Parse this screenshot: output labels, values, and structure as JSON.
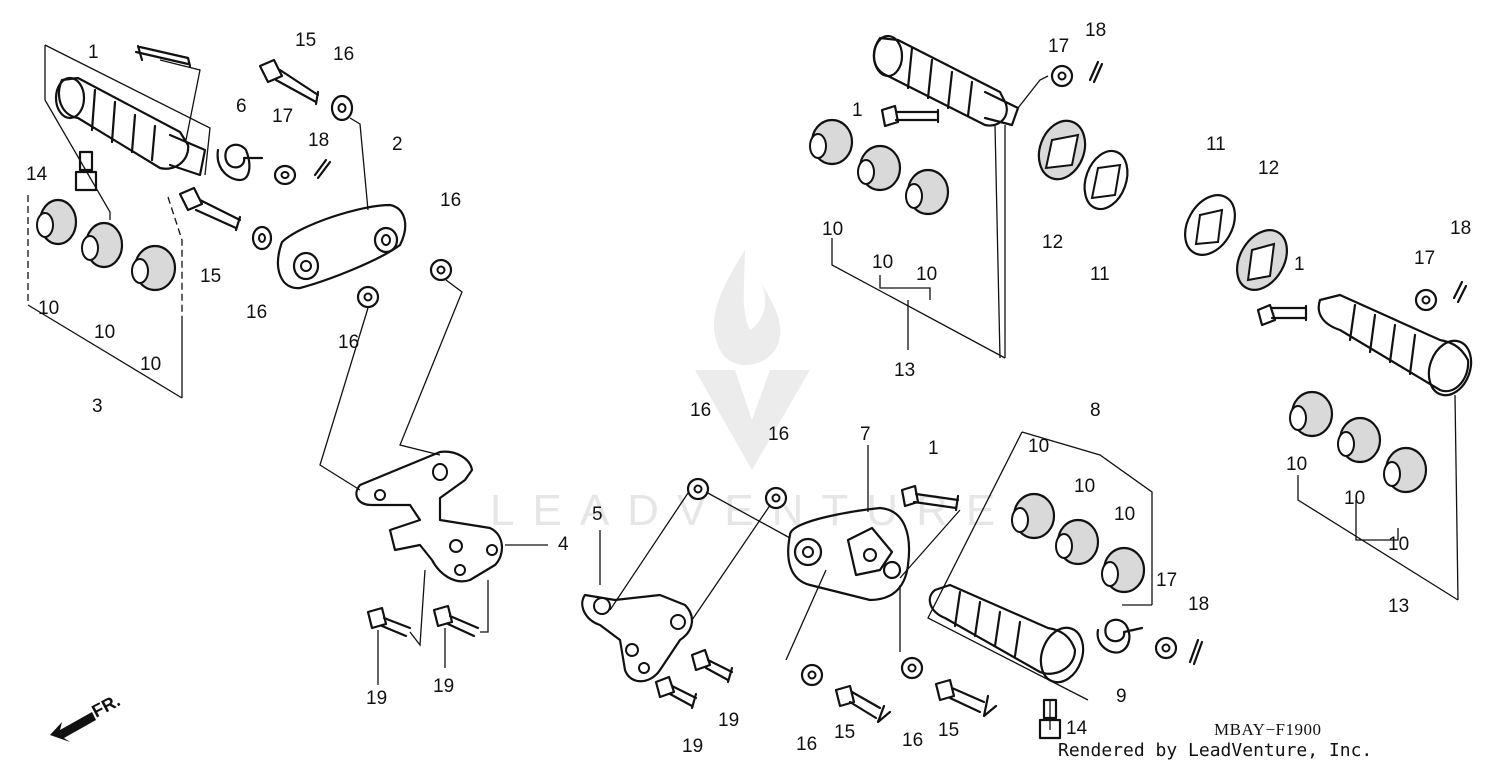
{
  "diagram": {
    "code": "MBAY−F1900",
    "credit": "Rendered by LeadVenture, Inc.",
    "front_marker": "FR.",
    "watermark_text": "LEADVENTURE",
    "callouts": {
      "c1": "1",
      "c2": "2",
      "c3": "3",
      "c4": "4",
      "c5": "5",
      "c6": "6",
      "c7": "7",
      "c8": "8",
      "c9": "9",
      "c10": "10",
      "c11": "11",
      "c12": "12",
      "c13": "13",
      "c14": "14",
      "c15": "15",
      "c16": "16",
      "c17": "17",
      "c18": "18",
      "c19": "19"
    }
  }
}
